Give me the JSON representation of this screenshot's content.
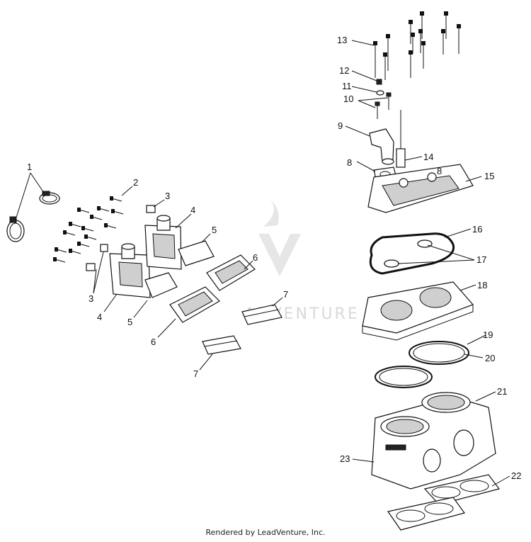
{
  "footer": "Rendered by LeadVenture, Inc.",
  "watermark_text": "ADVENTURE",
  "callouts": [
    "1",
    "2",
    "3",
    "3",
    "4",
    "4",
    "5",
    "5",
    "6",
    "6",
    "7",
    "7",
    "8",
    "8",
    "9",
    "10",
    "11",
    "12",
    "13",
    "14",
    "15",
    "16",
    "17",
    "18",
    "19",
    "20",
    "21",
    "22",
    "23"
  ]
}
